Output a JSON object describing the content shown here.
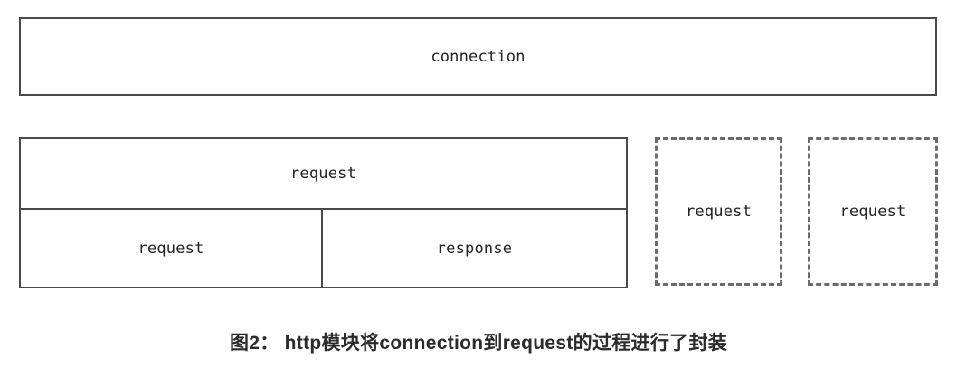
{
  "diagram": {
    "type": "nested-box-diagram",
    "background_color": "#ffffff",
    "solid_border_color": "#4a4a4a",
    "dashed_border_color": "#6b6b6b",
    "text_color": "#222222",
    "connection_box": {
      "label": "connection",
      "style": "solid"
    },
    "request_stack": {
      "top_row": {
        "label": "request",
        "style": "solid"
      },
      "bottom_row": [
        {
          "label": "request",
          "style": "solid"
        },
        {
          "label": "response",
          "style": "solid"
        }
      ]
    },
    "dashed_boxes": [
      {
        "label": "request",
        "style": "dashed"
      },
      {
        "label": "request",
        "style": "dashed"
      }
    ]
  },
  "caption": {
    "text": "图2： http模块将connection到request的过程进行了封装"
  }
}
